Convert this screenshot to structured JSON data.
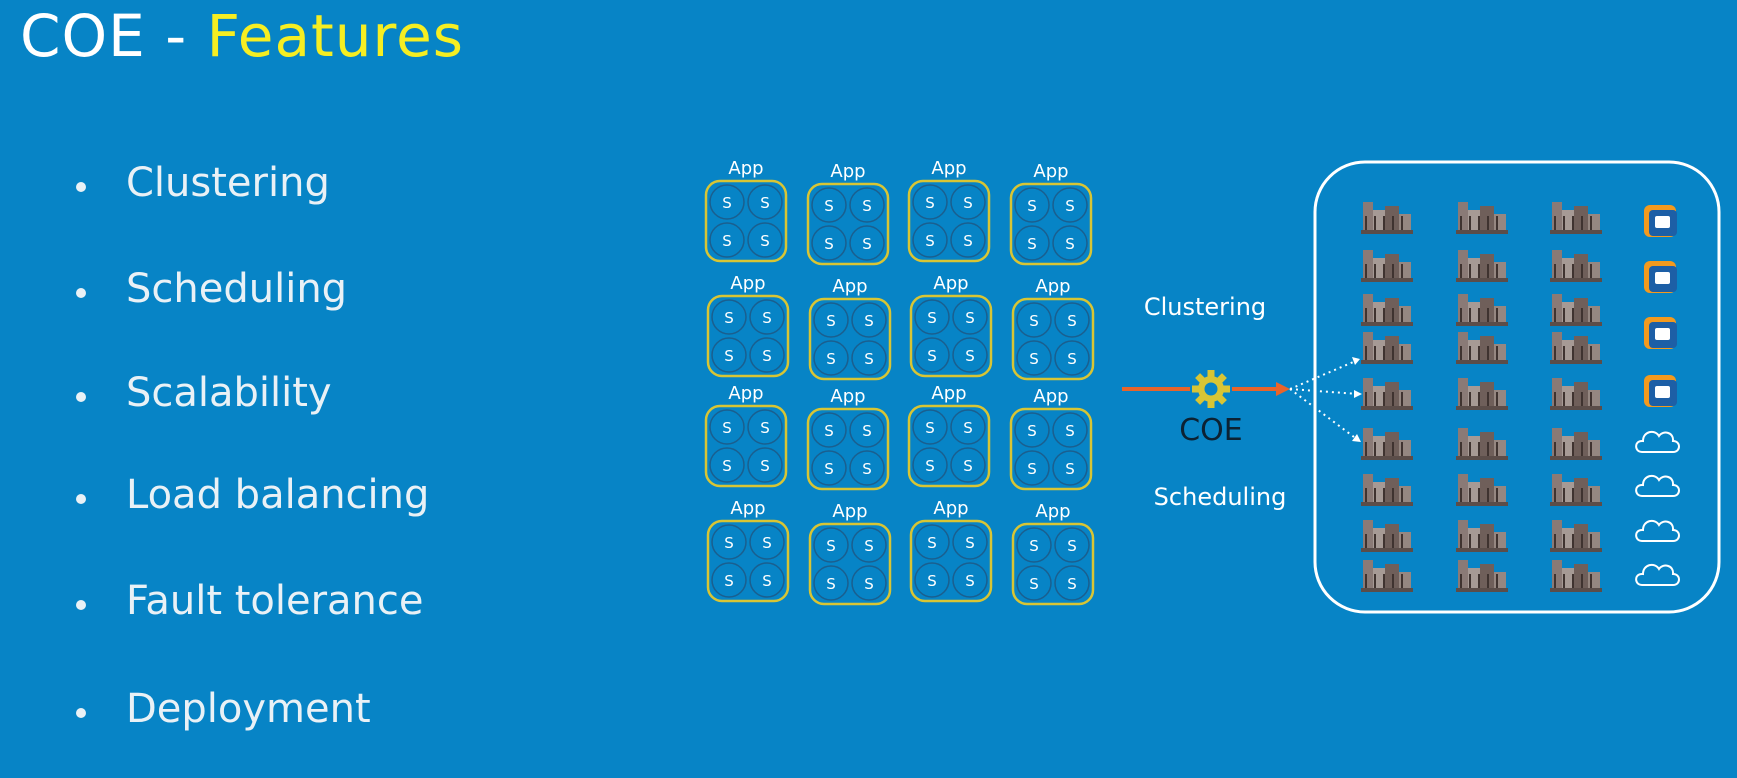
{
  "title": {
    "main": "COE - ",
    "accent": "Features"
  },
  "colors": {
    "background": "#0784c6",
    "accent": "#f6ee22",
    "app_border": "#d8c534",
    "arrow": "#e8642a",
    "text": "#ffffff"
  },
  "features": [
    "Clustering",
    "Scheduling",
    "Scalability",
    "Load balancing",
    "Fault tolerance",
    "Deployment"
  ],
  "diagram": {
    "app_label": "App",
    "service_label": "S",
    "app_rows": 4,
    "app_cols": 4,
    "coe_label": "COE",
    "coe_icon": "gear-icon",
    "clustering_label": "Clustering",
    "scheduling_label": "Scheduling",
    "cluster": {
      "server_icon": "server-rack-icon",
      "vm_icon": "vm-box-icon",
      "cloud_icon": "cloud-icon",
      "server_columns": 3,
      "server_rows": 9,
      "vm_count": 4,
      "cloud_count": 4
    }
  }
}
